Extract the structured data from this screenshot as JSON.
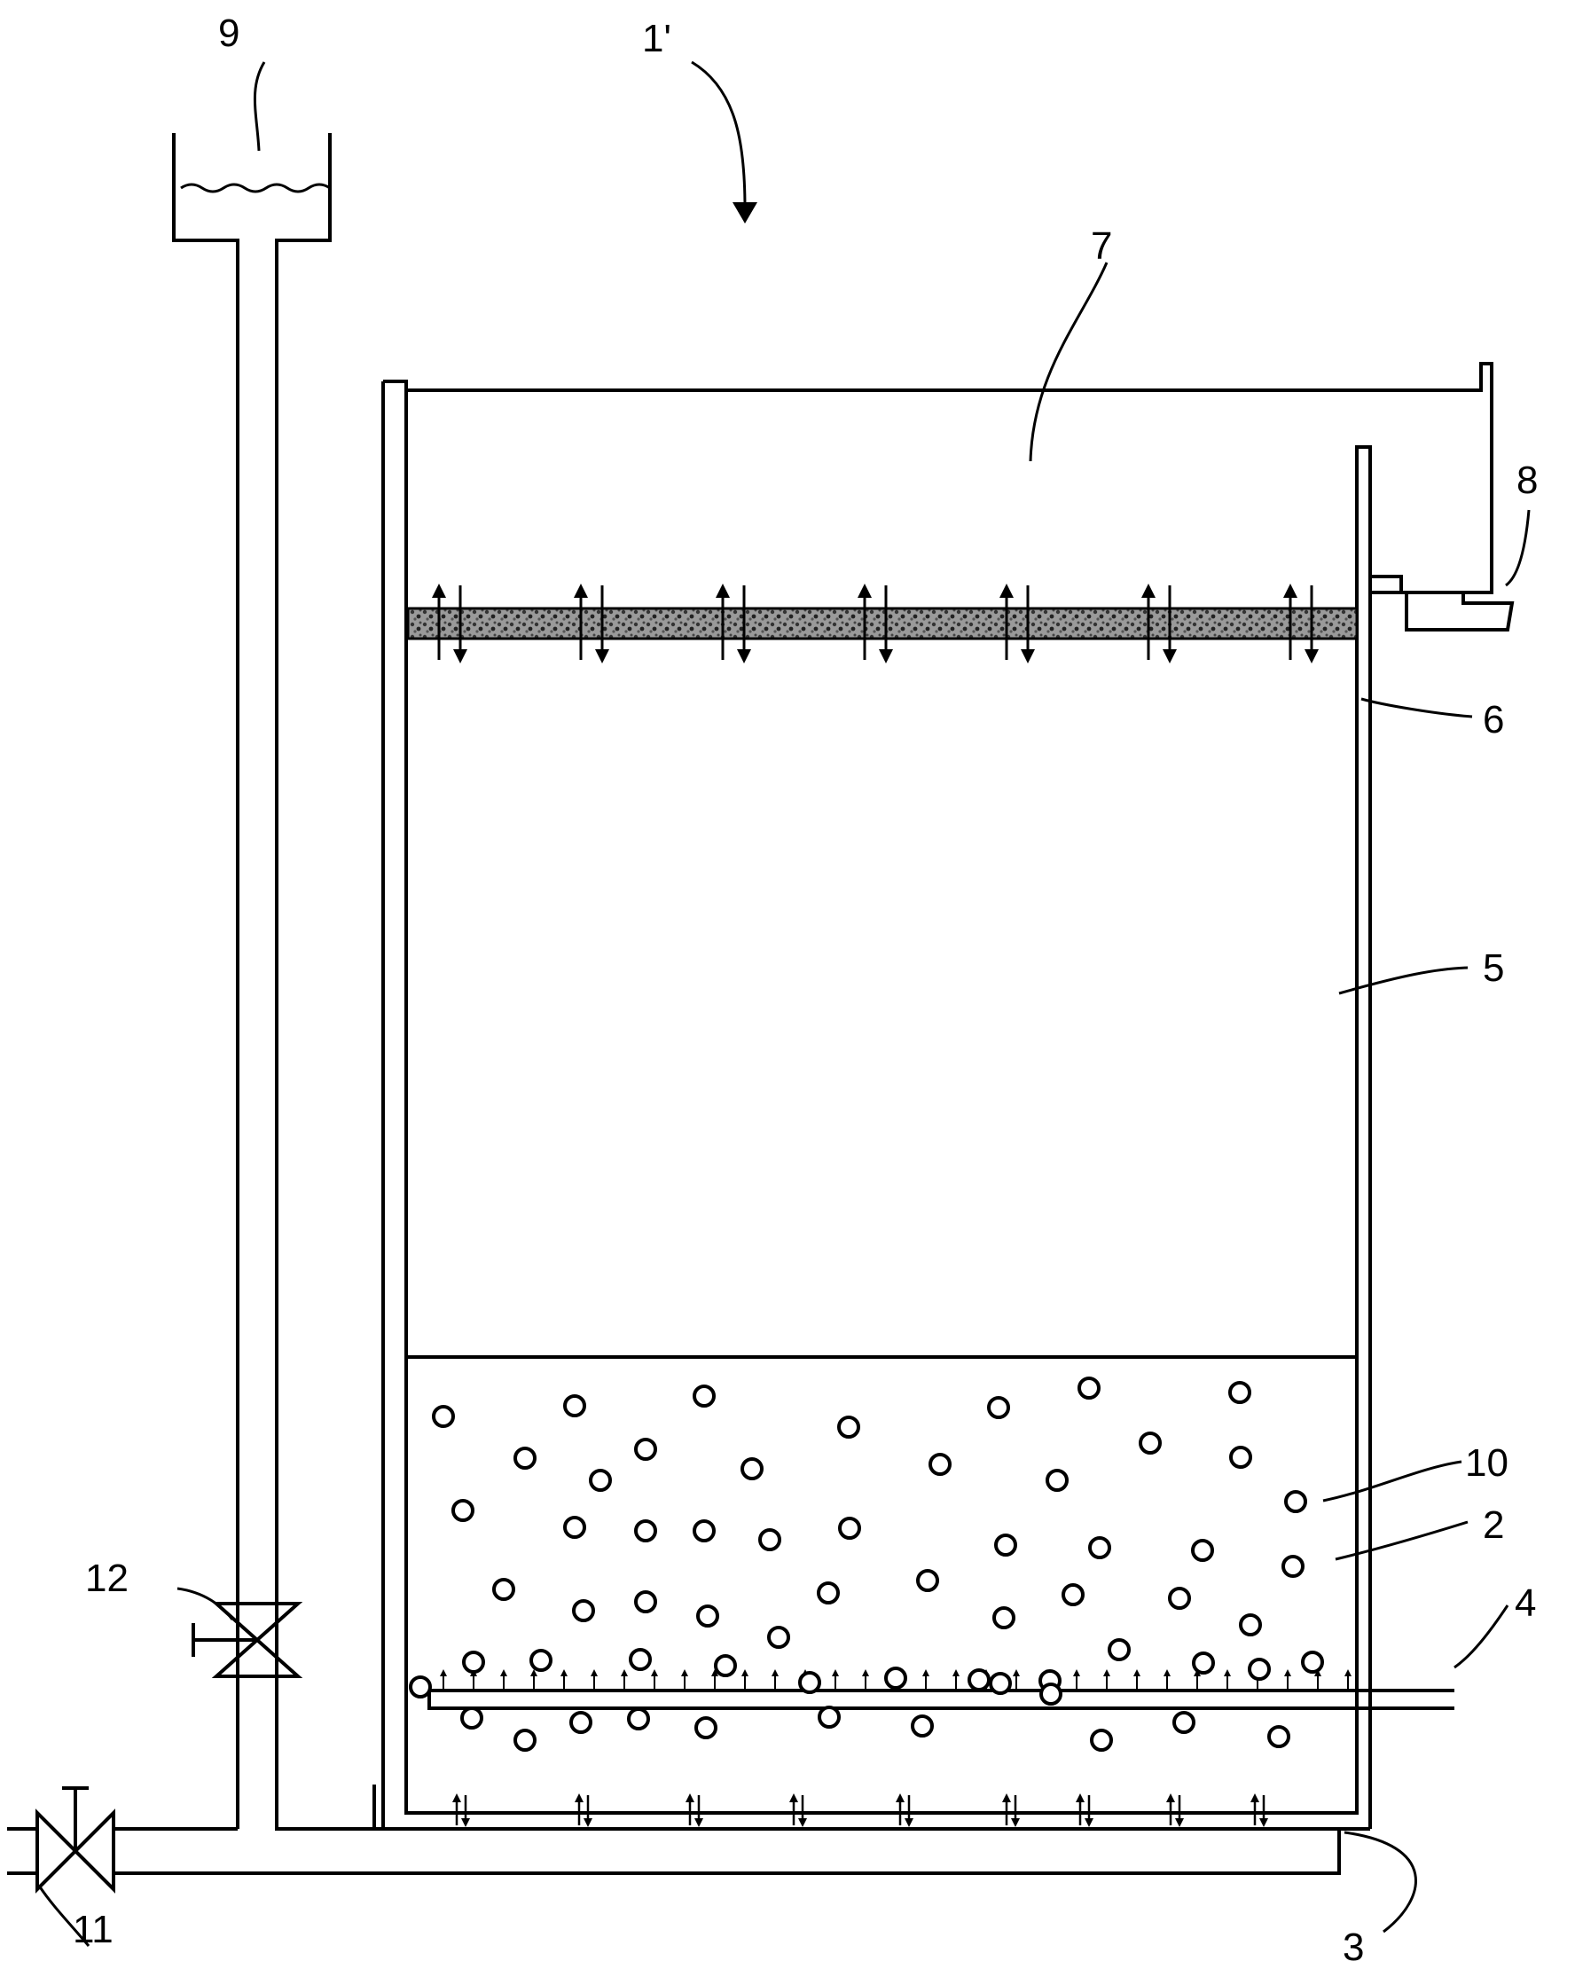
{
  "figure": {
    "reference_numerals": {
      "apparatus": "1'",
      "granular_bed": "2",
      "inlet_pipe": "3",
      "aeration_pipe": "4",
      "tank_body": "5",
      "membrane_layer": "6",
      "upper_space": "7",
      "overflow_outlet": "8",
      "header_tank": "9",
      "particle": "10",
      "drain_valve": "11",
      "feed_valve": "12"
    },
    "colors": {
      "line": "#000000",
      "membrane_fill": "#6b6b6b",
      "background": "#ffffff"
    }
  }
}
